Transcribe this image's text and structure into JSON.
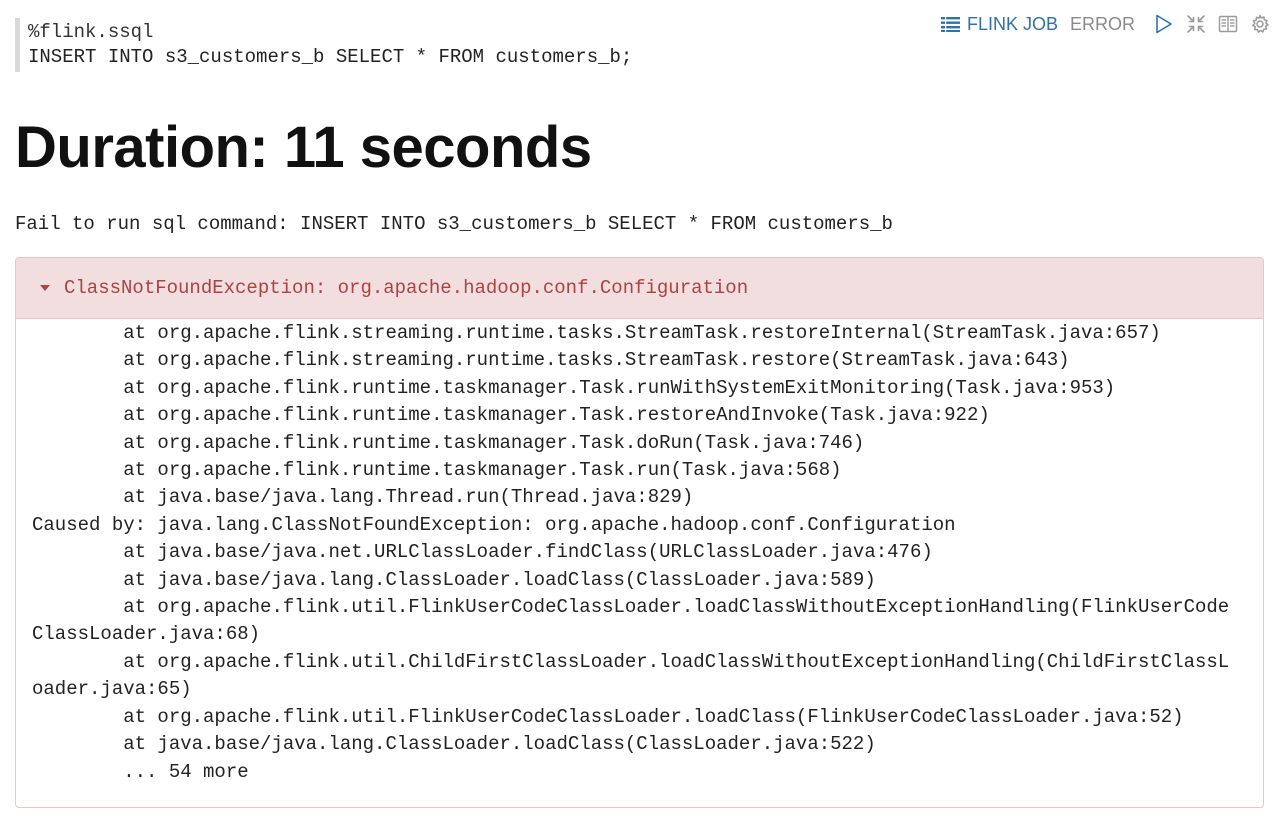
{
  "editor": {
    "lines": [
      "%flink.ssql",
      "INSERT INTO s3_customers_b SELECT * FROM customers_b;"
    ]
  },
  "toolbar": {
    "job_label": "FLINK JOB",
    "status": "ERROR",
    "icons": [
      "list-icon",
      "run-icon",
      "collapse-icon",
      "book-icon",
      "gear-icon"
    ]
  },
  "result": {
    "title": "Duration: 11 seconds",
    "fail_message": "Fail to run sql command: INSERT INTO s3_customers_b SELECT * FROM customers_b",
    "exception_header": "ClassNotFoundException: org.apache.hadoop.conf.Configuration",
    "stack": [
      "        at org.apache.flink.streaming.runtime.tasks.StreamTask.restoreInternal(StreamTask.java:657)",
      "        at org.apache.flink.streaming.runtime.tasks.StreamTask.restore(StreamTask.java:643)",
      "        at org.apache.flink.runtime.taskmanager.Task.runWithSystemExitMonitoring(Task.java:953)",
      "        at org.apache.flink.runtime.taskmanager.Task.restoreAndInvoke(Task.java:922)",
      "        at org.apache.flink.runtime.taskmanager.Task.doRun(Task.java:746)",
      "        at org.apache.flink.runtime.taskmanager.Task.run(Task.java:568)",
      "        at java.base/java.lang.Thread.run(Thread.java:829)",
      "Caused by: java.lang.ClassNotFoundException: org.apache.hadoop.conf.Configuration",
      "        at java.base/java.net.URLClassLoader.findClass(URLClassLoader.java:476)",
      "        at java.base/java.lang.ClassLoader.loadClass(ClassLoader.java:589)",
      "        at org.apache.flink.util.FlinkUserCodeClassLoader.loadClassWithoutExceptionHandling(FlinkUserCode",
      "ClassLoader.java:68)",
      "        at org.apache.flink.util.ChildFirstClassLoader.loadClassWithoutExceptionHandling(ChildFirstClassL",
      "oader.java:65)",
      "        at org.apache.flink.util.FlinkUserCodeClassLoader.loadClass(FlinkUserCodeClassLoader.java:52)",
      "        at java.base/java.lang.ClassLoader.loadClass(ClassLoader.java:522)",
      "        ... 54 more"
    ]
  },
  "colors": {
    "link": "#3071a9",
    "status_muted": "#8a8a8a",
    "error_text": "#a94442",
    "error_bg": "#f2dede"
  }
}
